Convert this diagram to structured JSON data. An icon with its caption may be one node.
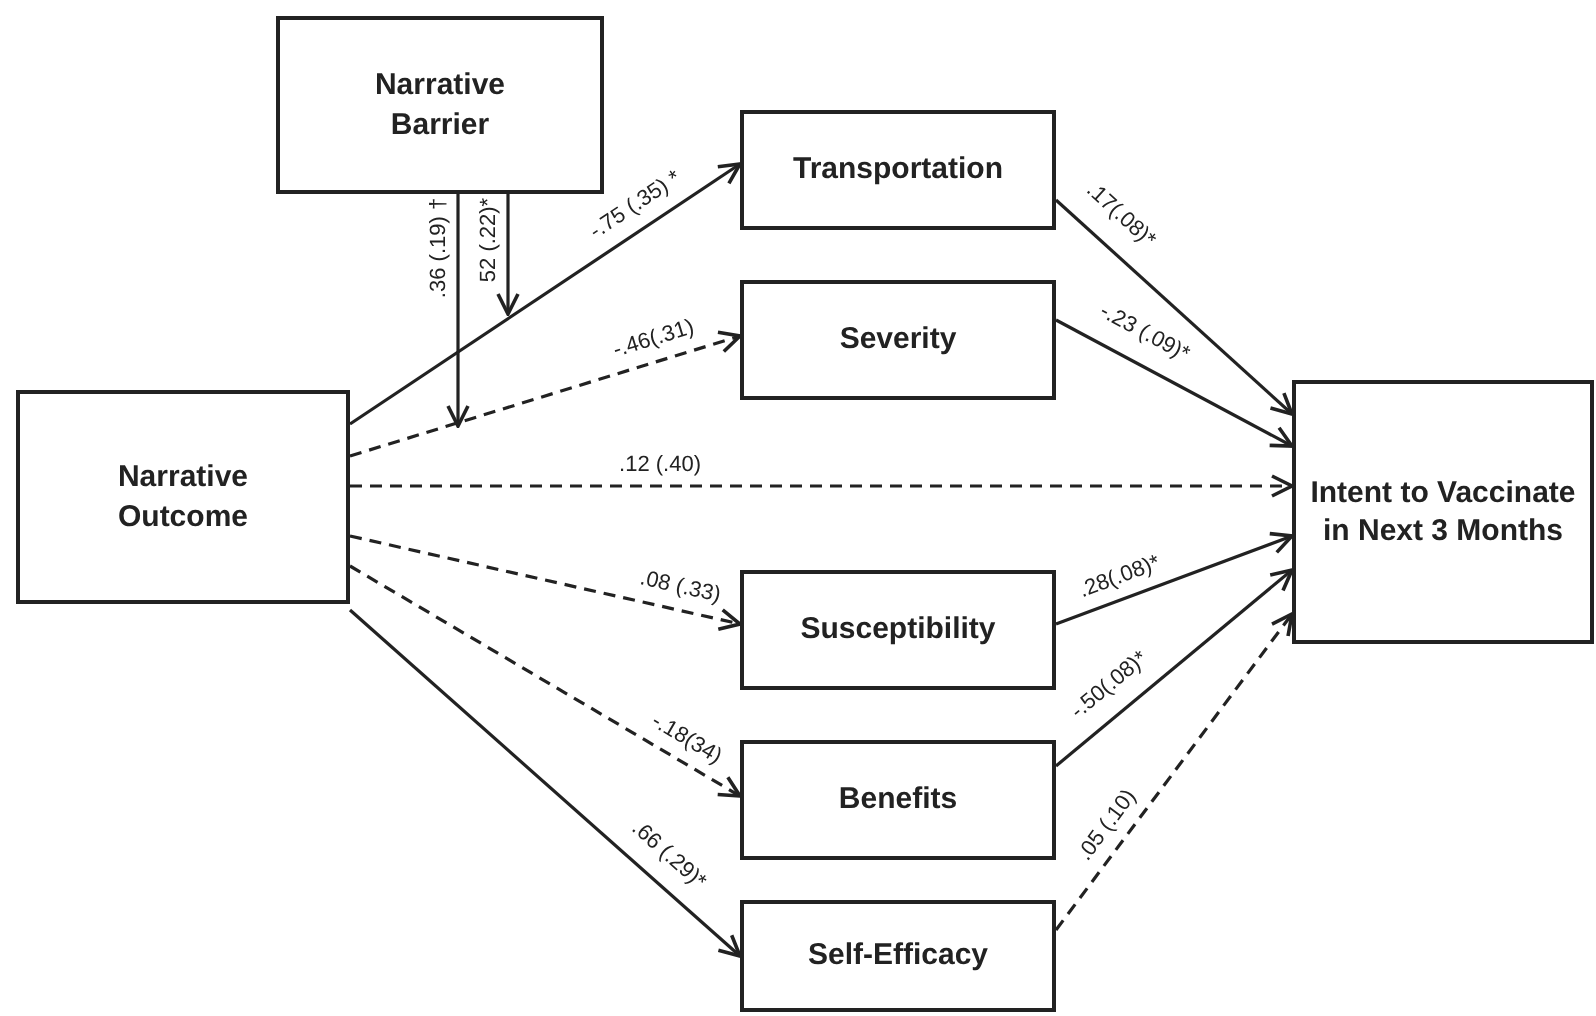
{
  "diagram": {
    "nodes": [
      {
        "text": [
          "Narrative Barrier"
        ]
      },
      {
        "text": [
          "Narrative Outcome"
        ]
      },
      {
        "text": [
          "Transportation"
        ]
      },
      {
        "text": [
          "Severity"
        ]
      },
      {
        "text": [
          "Susceptibility"
        ]
      },
      {
        "text": [
          "Benefits"
        ]
      },
      {
        "text": [
          "Self-Efficacy"
        ]
      },
      {
        "text": [
          "Intent to Vaccinate in Next 3 Months"
        ]
      }
    ],
    "edges": [
      {
        "from": 1,
        "to": 2,
        "arrow": "to",
        "label": "-.75 (.35) *"
      },
      {
        "from": 1,
        "to": 3,
        "arrow": "to",
        "label": "-.46(.31)",
        "style": "dashed"
      },
      {
        "from": 1,
        "to": 7,
        "arrow": "to",
        "label": ".12 (.40)",
        "style": "dashed"
      },
      {
        "from": 1,
        "to": 4,
        "arrow": "to",
        "label": ".08 (.33)",
        "style": "dashed"
      },
      {
        "from": 1,
        "to": 5,
        "arrow": "to",
        "label": "-.18(34)",
        "style": "dashed"
      },
      {
        "from": 1,
        "to": 6,
        "arrow": "to",
        "label": ".66 (.29)*"
      },
      {
        "from": 2,
        "to": 7,
        "arrow": "to",
        "label": ".17(.08)*"
      },
      {
        "from": 3,
        "to": 7,
        "arrow": "to",
        "label": "-.23 (.09)*"
      },
      {
        "from": 4,
        "to": 7,
        "arrow": "to",
        "label": ".28(.08)*"
      },
      {
        "from": 5,
        "to": 7,
        "arrow": "to",
        "label": "-.50(.08)*"
      },
      {
        "from": 6,
        "to": 7,
        "arrow": "to",
        "label": ".05 (.10)",
        "style": "dashed"
      },
      {
        "from": 0,
        "to": null,
        "arrow": "to",
        "label": ".36 (.19) †"
      },
      {
        "from": 0,
        "to": null,
        "arrow": "to",
        "label": "52 (.22)*"
      }
    ]
  }
}
